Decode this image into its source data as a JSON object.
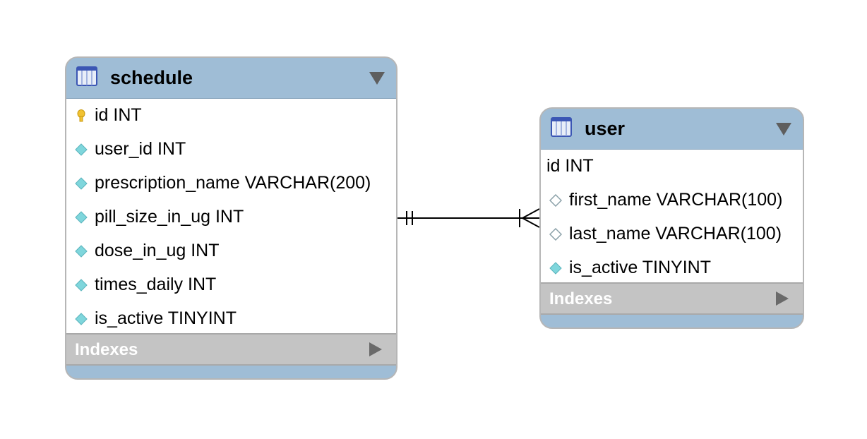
{
  "diagram": {
    "entities": {
      "schedule": {
        "title": "schedule",
        "icon": "table-icon",
        "columns": [
          {
            "text": "id INT",
            "icon": "primary-key-icon"
          },
          {
            "text": "user_id INT",
            "icon": "column-diamond-icon"
          },
          {
            "text": "prescription_name VARCHAR(200)",
            "icon": "column-diamond-icon"
          },
          {
            "text": "pill_size_in_ug INT",
            "icon": "column-diamond-icon"
          },
          {
            "text": "dose_in_ug INT",
            "icon": "column-diamond-icon"
          },
          {
            "text": "times_daily INT",
            "icon": "column-diamond-icon"
          },
          {
            "text": "is_active TINYINT",
            "icon": "column-diamond-icon"
          }
        ],
        "indexes_label": "Indexes"
      },
      "user": {
        "title": "user",
        "icon": "table-icon",
        "columns": [
          {
            "text": "id INT",
            "icon": ""
          },
          {
            "text": "first_name VARCHAR(100)",
            "icon": "nullable-diamond-icon"
          },
          {
            "text": "last_name VARCHAR(100)",
            "icon": "nullable-diamond-icon"
          },
          {
            "text": "is_active TINYINT",
            "icon": "column-diamond-icon"
          }
        ],
        "indexes_label": "Indexes"
      }
    },
    "relationship": {
      "from": "schedule",
      "to": "user",
      "from_end": "one-and-only-one",
      "to_end": "one-or-many"
    },
    "colors": {
      "header": "#9fbdd6",
      "indexes_bar": "#c4c4c4",
      "column_diamond": "#7fd6dc",
      "key": "#f1c232"
    }
  }
}
